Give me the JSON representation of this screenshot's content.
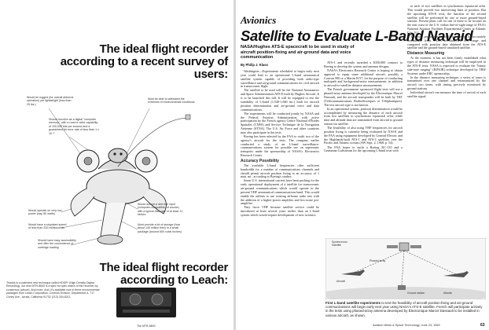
{
  "left_ad": {
    "headline_top": "The ideal flight recorder according to a recent survey of users:",
    "callouts": [
      "Would be rugged (for overall airborne operation) yet lightweight (less than 25 lbs.)",
      "Should function as a digital \"computer memory,\" with a read or write capability of 100,000 bits per second and a guaranteed bit error rate of less than 1 x 10⁻⁸",
      "Must be able to withstand the extremes of environmental conditions",
      "Would operate on very low power (say, 80 watts)",
      "Would have a stop/start speed of less than 200 milliseconds",
      "Should have easy accessibility and offer the convenience of cartridge loading",
      "Would accept a nine line input (computer-compatible, of course) with a typical data rate of at least 11 kb/sec",
      "Must provide a lot of storage (how about 140 million bits!) in a small package (around 600 cubic inches)"
    ],
    "headline_bottom": "The ideal flight recorder according to Leach:",
    "body": "Thanks to a patented new technique called HDDR* (High Density Digital Recording), our new MTR-8600 is a spec for spec match of the recorder-by-consensus (above). And more. And, it's available now in three environmental packages from Leach Corporation, Controls Division, Department A, 717 Coney Ave., Azusa, California 91702 (213) 334-8211.",
    "product_label": "The MTR-8600"
  },
  "article": {
    "section": "Avionics",
    "title": "Satellite to Evaluate L-Band Navaid",
    "deck": "NASA/Hughes ATS-E spacecraft to be used in study of aircraft position-fixing and air-ground data and voice communication",
    "byline": "By Philip J. Klass",
    "col1": [
      "Washington—Experiments scheduled to begin early next year could lead to an operational L-band aeronautical satellite system capable of providing both radio-type surveillance and air-ground communications for civil aircraft in transoceanic flight.",
      "The satellite to be used will be the National Aeronautics and Space Administration ATS-E built by Hughes Aircraft. It is to be launched this fall. It will be equipped to test the suitability of L-band (1,540-1,660 mc.) both for aircraft position determination and air-ground voice and data communications.",
      "The experiments will be conducted jointly by NASA and the Federal Aviation Administration, with active participation by the French agency Centre National d'Études Spatiales (CNES) and Service Technique de la Navigation Aérienne (STNA). The U.S. Air Force and other countries may also participate in the tests.",
      "Boeing has been selected by the FAA to outfit two of the agency's aircraft for the tests. The company earlier conducted a study of an L-band surveillance-communications system for possible use on supersonic transports under the sponsorship of NASA's Electronics Research Center."
    ],
    "col1_heading": "Accuracy Possibility",
    "col1_more": [
      "The available L-band frequencies offer sufficient bandwidth for a number of communications channels and should permit aircraft position fixing to an accuracy of 1 naut. mi., according to Boeing's studies.",
      "Some U.S. international carriers have been pushing for the early operational deployment of a satellite for transoceanic air-ground communications which would operate in the present VHF aeronautical communications band. This would enable the airlines to use existing airborne radio sets with the addition of a higher-power amplifier and low-noise pre-amplifier.",
      "They favor VHF because satellite service could be introduced at least several years earlier than an L-band system which would require development of new avionics."
    ],
    "col2": [
      "ATS-1 and recently awarded a $350,000 contract to Boeing to develop the system and antenna designs.",
      "NASA's Electronics Research Center is hoping to obtain approval to equip some additional aircraft, possibly a Convair 990 or a Martin B-57, for the purpose of conducting multipath and background-noise measurements in addition to aircraft-to-satellite distance measurements.",
      "The French government sponsored flight tests will use a phased-array antenna developed by the Électronique Marcel Dassault, and the aircraft transponder will be built by TRT (Télécommunications Radioélectriques et Téléphoniques). The test aircraft type is not known.",
      "In an operational system, position determination would be accomplished by measuring the distance of each aircraft from two satellites in synchronous equatorial orbit, while time and altitude data are transmitted from aircraft to ground station via satellite.",
      "The feasibility of also using VHF frequencies for aircraft position fixing is currently being evaluated by NASA and the FAA using equipment developed by General Electric and the Highlands-built ATS-1 and ATS-3 satellites over the Pacific and Atlantic oceans (AW Sept. 2, 1968, p. 54).",
      "The FAA hopes to outfit a Boeing KC-135 and a Grumman Gulfstream for the upcoming L-band tests with"
    ],
    "col3": [
      "to each of two satellites in synchronous equatorial orbit. This would provide two intersecting lines of position. But the upcoming ATS-E tests, the function of the second satellite will be performed by one or more ground-based stations. Present plans call for one of these to be located on the east coast of the U.S. within line-of-sight range of FAA's National Aviation Facilities Experimental Center at Atlantic City, N.J.",
      "This will permit the aircraft's location to be accurately determined from FAA's tri-connected test range and compared with position data obtained from the ATS-E satellite and the ground-based simulated satellite."
    ],
    "col3_heading": "Distance Measuring",
    "col3_more": [
      "At the moment, it has not been firmly established what types of distance measuring technique will be employed in the ATS-E tests. NASA is expected to evaluate the \"binary side-tone ranging\" (BINOR) technique developed by TRW Systems under ERC sponsorship.",
      "In the distance measuring technique, a series of tones is transmitted over one channel and retransmitted by the aircraft two times, with timing precisely monitored by ground stations.",
      "Individual aircraft can measure the time of arrival of each satellite signal."
    ],
    "figure_labels": [
      "Synchronous",
      "Satellite",
      "Phased array",
      "Aircraft",
      "Ground station",
      "Atlantic"
    ],
    "caption_lead": "First L-band satellite experiments",
    "caption_rest": " to test the feasibility of aircraft position-fixing and air-ground communications will begin early next year using NASA's ATS-E satellite. French will participate actively in the tests using phased-array antenna developed by Électronique Marcel Dassault to be installed in various aircraft, as shown.",
    "footer": "Aviation Week & Space Technology, June 23, 1969",
    "page_number": "63"
  }
}
